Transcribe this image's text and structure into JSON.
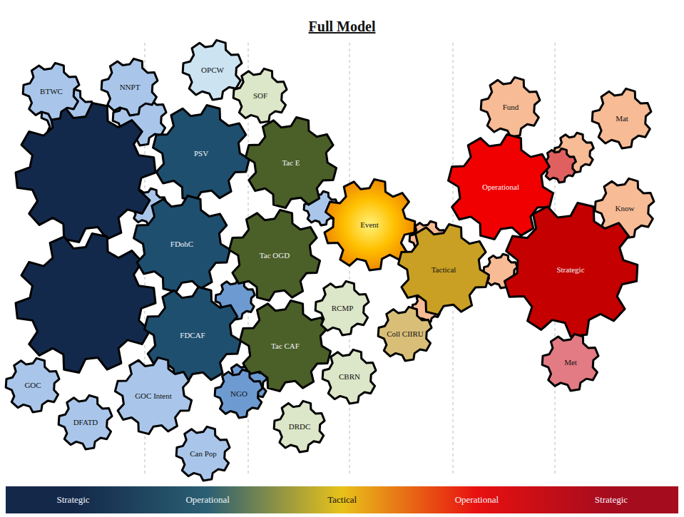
{
  "diagram": {
    "title": "Full Model",
    "nodes": [
      {
        "text": [
          "BTWC"
        ]
      },
      {
        "text": [
          "NNPT"
        ]
      },
      {
        "text": [
          "OPCW"
        ]
      },
      {
        "text": [
          "SOF"
        ]
      },
      {
        "text": [
          "PSV"
        ]
      },
      {
        "text": [
          "Tac E"
        ]
      },
      {
        "text": [
          "FDohC"
        ]
      },
      {
        "text": [
          "Tac OGD"
        ]
      },
      {
        "text": [
          "Event"
        ]
      },
      {
        "text": [
          "FDCAF"
        ]
      },
      {
        "text": [
          "Tac CAF"
        ]
      },
      {
        "text": [
          "RCMP"
        ]
      },
      {
        "text": [
          "Coll CIIRU"
        ]
      },
      {
        "text": [
          "CBRN"
        ]
      },
      {
        "text": [
          "GOC"
        ]
      },
      {
        "text": [
          "GOC Intent"
        ]
      },
      {
        "text": [
          "NGO"
        ]
      },
      {
        "text": [
          "DFATD"
        ]
      },
      {
        "text": [
          "DRDC"
        ]
      },
      {
        "text": [
          "Can Pop"
        ]
      },
      {
        "text": [
          "Fund"
        ]
      },
      {
        "text": [
          "Mat"
        ]
      },
      {
        "text": [
          "Operational"
        ]
      },
      {
        "text": [
          "Know"
        ]
      },
      {
        "text": [
          "Tactical"
        ]
      },
      {
        "text": [
          "Strategic"
        ]
      },
      {
        "text": [
          "Met"
        ]
      }
    ],
    "legend": [
      {
        "text": "Strategic",
        "color": "#14284a"
      },
      {
        "text": "Operational",
        "color": "#2b5f73"
      },
      {
        "text": "Tactical",
        "color": "#e8c21a"
      },
      {
        "text": "Operational",
        "color": "#e81010"
      },
      {
        "text": "Strategic",
        "color": "#a50c1e"
      }
    ]
  }
}
